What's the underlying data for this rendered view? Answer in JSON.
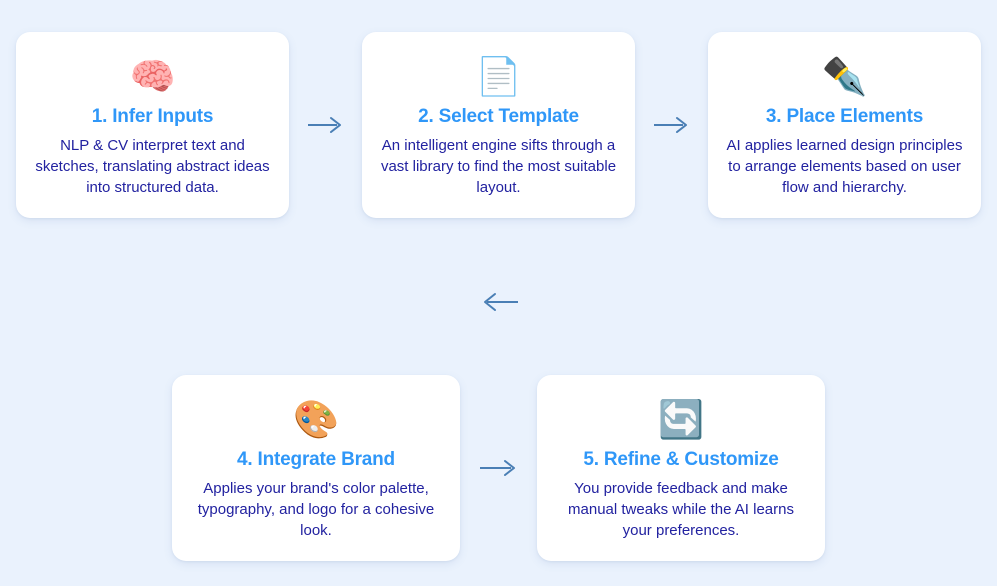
{
  "palette": {
    "background": "#eaf2fd",
    "card_background": "#ffffff",
    "title_color": "#2f97f8",
    "body_color": "#2222a0",
    "arrow_color": "#4a7fb5"
  },
  "rows": [
    {
      "name": "row-1",
      "steps": [
        {
          "icon": "brain-icon",
          "icon_glyph": "🧠",
          "title": "1. Infer Inputs",
          "description": "NLP & CV interpret text and sketches, translating abstract ideas into structured data."
        },
        {
          "icon": "document-icon",
          "icon_glyph": "📄",
          "title": "2. Select Template",
          "description": "An intelligent engine sifts through a vast library to find the most suitable layout."
        },
        {
          "icon": "pen-nib-icon",
          "icon_glyph": "✒️",
          "title": "3. Place Elements",
          "description": "AI applies learned design principles to arrange elements based on user flow and hierarchy."
        }
      ],
      "connectors": [
        "arrow-right-icon",
        "arrow-right-icon"
      ]
    },
    {
      "name": "row-2",
      "steps": [
        {
          "icon": "artist-palette-icon",
          "icon_glyph": "🎨",
          "title": "4. Integrate Brand",
          "description": "Applies your brand's color palette, typography, and logo for a cohesive look."
        },
        {
          "icon": "refresh-sync-icon",
          "icon_glyph": "🔄",
          "title": "5. Refine & Customize",
          "description": "You provide feedback and make manual tweaks while the AI learns your preferences."
        }
      ],
      "connectors": [
        "arrow-right-icon"
      ]
    }
  ],
  "row_break_connector": {
    "icon": "arrow-left-icon",
    "direction": "left"
  }
}
